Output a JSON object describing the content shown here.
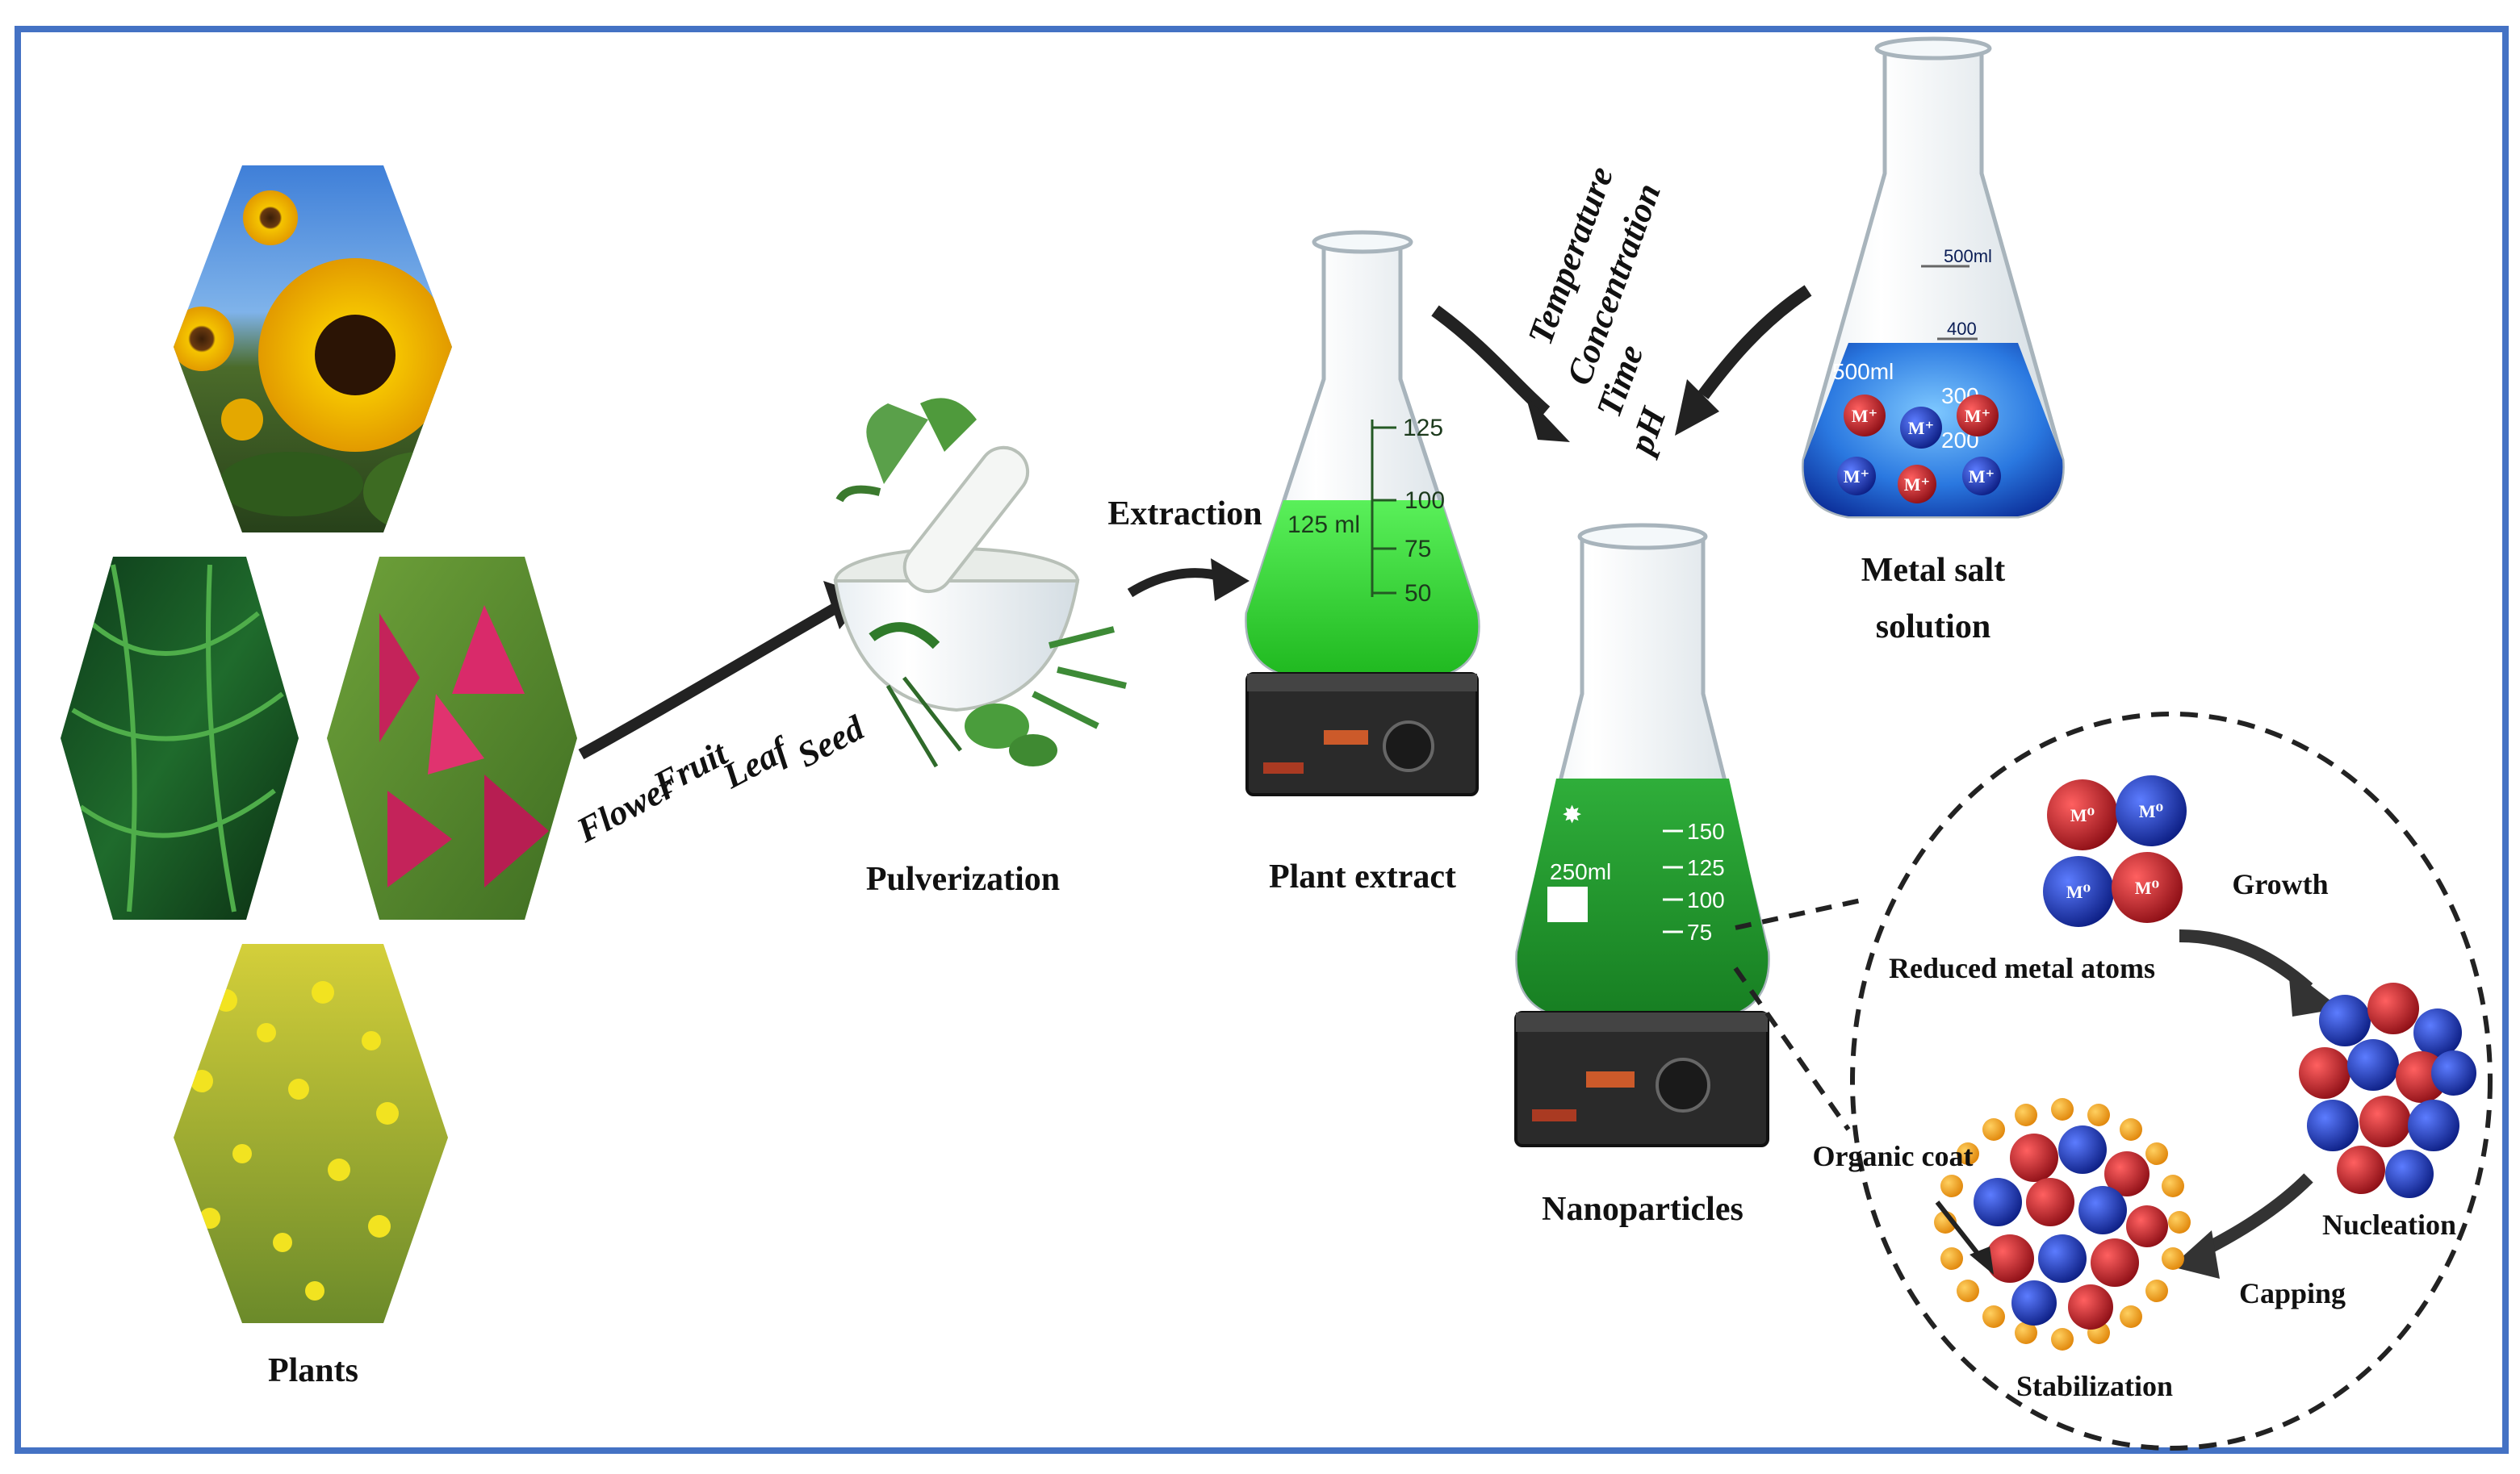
{
  "plants": {
    "label": "Plants",
    "parts": [
      "Flower",
      "Fruit",
      "Leaf",
      "Seed"
    ]
  },
  "pulverization": {
    "label": "Pulverization"
  },
  "extraction": {
    "arrow_label": "Extraction",
    "label": "Plant extract",
    "flask_volume": "125 ml",
    "graduations": [
      "125",
      "100",
      "75",
      "50"
    ]
  },
  "conditions": [
    "Temperature",
    "Concentration",
    "Time",
    "pH"
  ],
  "metal_salt": {
    "label_line1": "Metal salt",
    "label_line2": "solution",
    "graduations": [
      "500ml",
      "400",
      "300",
      "200"
    ],
    "volume": "500ml",
    "ion_symbol": "M⁺"
  },
  "nanoparticles": {
    "label": "Nanoparticles",
    "flask_volume": "250ml",
    "graduations": [
      "150",
      "125",
      "100",
      "75"
    ]
  },
  "mechanism": {
    "reduced_atoms": "Reduced metal atoms",
    "atom_symbol": "M⁰",
    "growth": "Growth",
    "nucleation": "Nucleation",
    "capping": "Capping",
    "organic_coat": "Organic coat",
    "stabilization": "Stabilization"
  },
  "colors": {
    "frame": "#4472c4",
    "extract_green": "#2fd02f",
    "dark_green": "#1f9a2a",
    "salt_blue": "#1f5fd0",
    "atom_red": "#c8202a",
    "atom_blue": "#1f3fbf",
    "coat_orange": "#f6a21c"
  }
}
